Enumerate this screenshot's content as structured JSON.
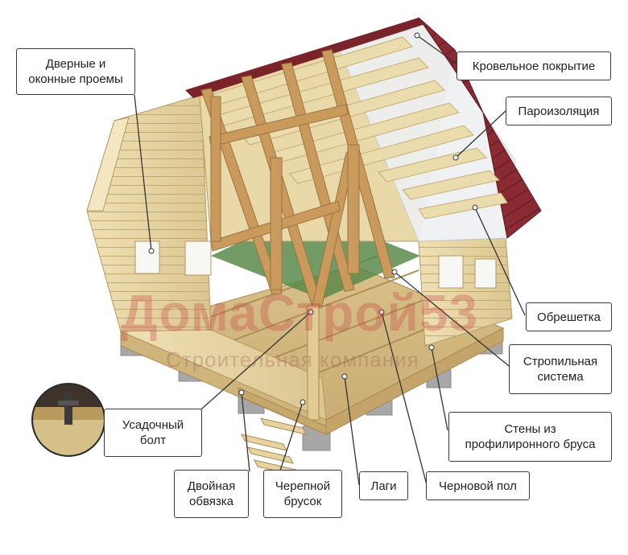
{
  "watermark": {
    "logo_text": "ДомаСтрой53",
    "subtitle": "Строительная компания"
  },
  "labels": {
    "door_window_openings": "Дверные и\nоконные проемы",
    "roof_covering": "Кровельное покрытие",
    "vapor_barrier": "Пароизоляция",
    "lathing": "Обрешетка",
    "rafter_system": "Стропильная\nсистема",
    "profiled_timber_walls": "Стены из\nпрофилиронного бруса",
    "rough_floor": "Черновой пол",
    "joists": "Лаги",
    "skull_block": "Черепной\nбрусок",
    "double_strapping": "Двойная\nобвязка",
    "shrink_bolt": "Усадочный\nболт"
  },
  "colors": {
    "wood_light": "#e8d7a8",
    "wood_mid": "#d8c38c",
    "wood_dark": "#b89a5e",
    "rafter": "#c99a5c",
    "roof_red": "#8a2a32",
    "membrane": "#eef0f2",
    "concrete": "#a9a9a9",
    "leader_line": "#333333"
  }
}
